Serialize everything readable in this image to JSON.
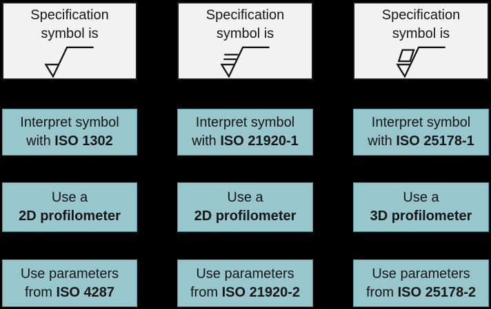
{
  "colors": {
    "background": "#000000",
    "spec_box_fill": "#f2f2f2",
    "spec_box_border": "#1a1a1a",
    "process_box_fill": "#97c6cc",
    "process_box_border": "#549aa4",
    "text": "#161616"
  },
  "columns": [
    {
      "spec": {
        "line1": "Specification",
        "line2": "symbol is",
        "symbol_name": "surface-texture-symbol-material-removal (ISO 1302)"
      },
      "interpret": {
        "line1": "Interpret symbol",
        "line2_prefix": "with ",
        "line2_standard": "ISO 1302"
      },
      "instrument": {
        "line1": "Use a",
        "line2": "2D profilometer"
      },
      "parameters": {
        "line1": "Use parameters",
        "line2_prefix": "from ",
        "line2_standard": "ISO 4287"
      }
    },
    {
      "spec": {
        "line1": "Specification",
        "line2": "symbol is",
        "symbol_name": "surface-texture-symbol-profile-method (ISO 21920-1)"
      },
      "interpret": {
        "line1": "Interpret symbol",
        "line2_prefix": "with ",
        "line2_standard": "ISO 21920-1"
      },
      "instrument": {
        "line1": "Use a",
        "line2": "2D profilometer"
      },
      "parameters": {
        "line1": "Use parameters",
        "line2_prefix": "from ",
        "line2_standard": "ISO 21920-2"
      }
    },
    {
      "spec": {
        "line1": "Specification",
        "line2": "symbol is",
        "symbol_name": "surface-texture-symbol-areal-method (ISO 25178-1)"
      },
      "interpret": {
        "line1": "Interpret symbol",
        "line2_prefix": "with ",
        "line2_standard": "ISO 25178-1"
      },
      "instrument": {
        "line1": "Use a",
        "line2": "3D profilometer"
      },
      "parameters": {
        "line1": "Use parameters",
        "line2_prefix": "from ",
        "line2_standard": "ISO 25178-2"
      }
    }
  ]
}
